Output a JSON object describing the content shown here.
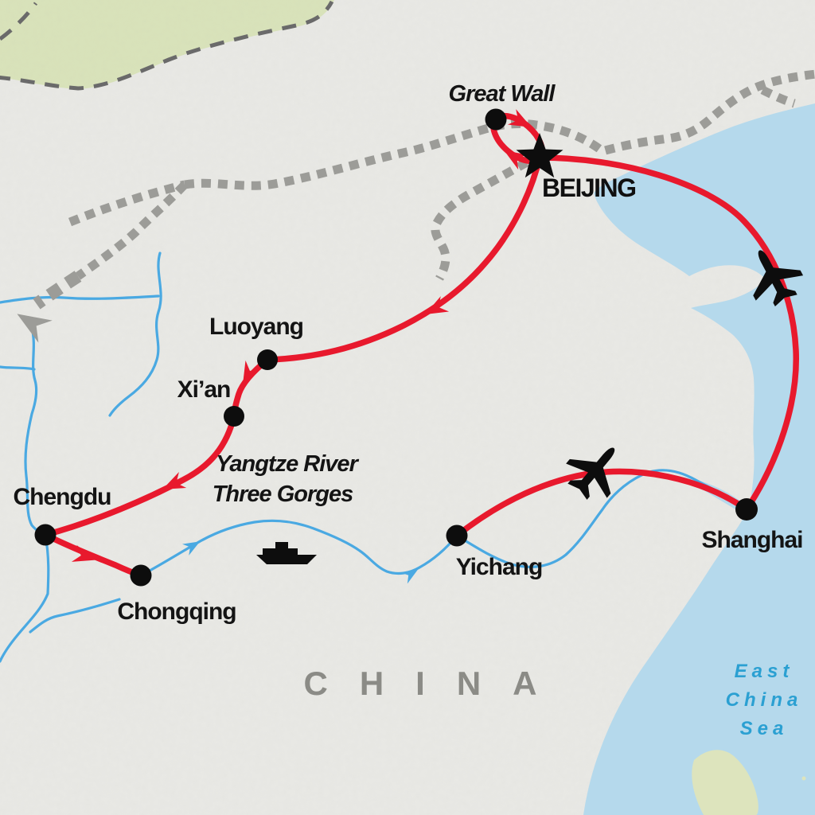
{
  "labels": {
    "country": "CHINA",
    "sea": [
      "East",
      "China",
      "Sea"
    ],
    "river_note": [
      "Yangtze River",
      "Three Gorges"
    ]
  },
  "stops": [
    {
      "label": "Great Wall",
      "marker": "dot",
      "style": "italic"
    },
    {
      "label": "BEIJING",
      "marker": "star",
      "style": "bold-caps"
    },
    {
      "label": "Luoyang",
      "marker": "dot"
    },
    {
      "label": "Xi’an",
      "marker": "dot"
    },
    {
      "label": "Chengdu",
      "marker": "dot"
    },
    {
      "label": "Chongqing",
      "marker": "dot"
    },
    {
      "label": "Yichang",
      "marker": "dot"
    },
    {
      "label": "Shanghai",
      "marker": "dot"
    }
  ],
  "icons": {
    "airplanes": 2,
    "ships": 1,
    "names": [
      "airplane-icon",
      "ship-icon",
      "star-marker-icon",
      "city-dot",
      "route-arrow-icon",
      "river-arrow-icon",
      "great-wall-dashed-line",
      "international-border-dashed-line"
    ]
  },
  "colors": {
    "route_red": "#e8192d",
    "river_blue": "#4aa9e2",
    "sea_blue": "#b5d9ec",
    "land_gray": "#e9e9e5",
    "neighbor_green": "#d9e3ba",
    "taiwan_green": "#dde4bd",
    "great_wall_gray": "#9c9c98",
    "border_gray": "#6a6a6a",
    "country_label_gray": "#8b8b86",
    "sea_label_blue": "#2ba0d2",
    "marker_black": "#0d0d0d"
  }
}
